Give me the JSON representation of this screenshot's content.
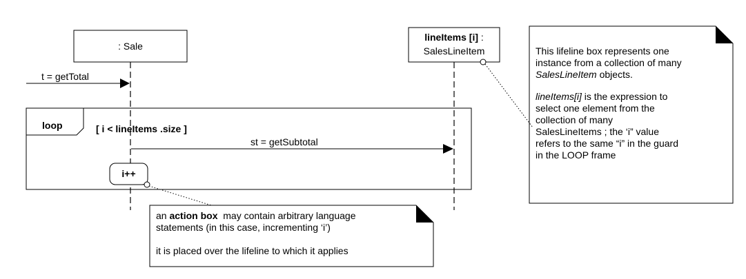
{
  "lifelines": {
    "sale": {
      "label": ": Sale"
    },
    "line_items": {
      "name": "lineItems [i]",
      "colon": " :",
      "type": "SalesLineItem"
    }
  },
  "messages": {
    "get_total": "t = getTotal",
    "get_subtotal": "st = getSubtotal"
  },
  "loop_frame": {
    "operator": "loop",
    "guard": "[ i < lineItems .size ]"
  },
  "action_box": {
    "label": "i++"
  },
  "note_lifeline": {
    "para1_line1": "This lifeline box represents one",
    "para1_line2": "instance from a collection of many",
    "para1_line3_italic": "SalesLineItem",
    "para1_line3_rest": " objects.",
    "para2_line1_italic": "lineItems[i]",
    "para2_line1_rest": " is the expression to",
    "para2_line2": "select one element from the",
    "para2_line3": "collection of many",
    "para2_line4": "SalesLineItems ; the ‘i” value",
    "para2_line5": "refers to the same “i” in the guard",
    "para2_line6": "in the LOOP frame"
  },
  "note_action": {
    "line1_pre": "an ",
    "line1_bold": "action box",
    "line1_rest": "  may contain arbitrary language",
    "line2": "statements (in this case, incrementing ‘i’)",
    "line3": "it is placed over the lifeline to which it applies"
  }
}
